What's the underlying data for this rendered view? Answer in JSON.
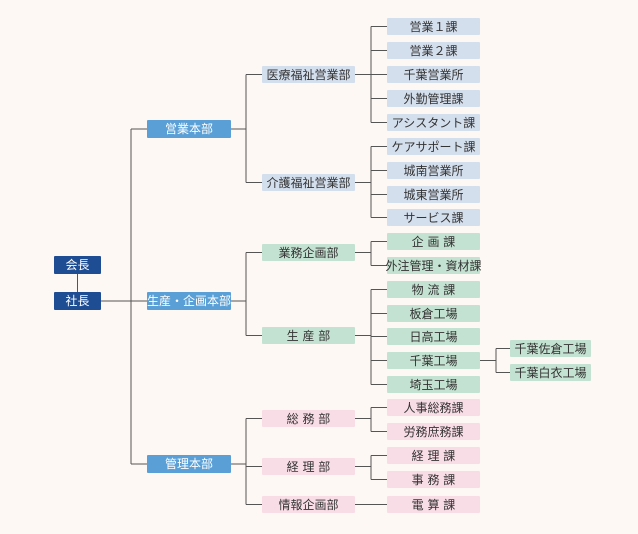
{
  "colors": {
    "background": "#fdf8f4",
    "line": "#555555",
    "executive": "#1f4d94",
    "headquarters": "#5a9fd6",
    "sales_division": "#d4dfee",
    "production_division": "#c4e2d1",
    "admin_division": "#f9dde6"
  },
  "executives": {
    "chairman": "会長",
    "president": "社長"
  },
  "headquarters": [
    {
      "label": "営業本部",
      "departments": [
        {
          "label": "医療福祉営業部",
          "sections": [
            {
              "label": "営業１課"
            },
            {
              "label": "営業２課"
            },
            {
              "label": "千葉営業所"
            },
            {
              "label": "外勤管理課"
            },
            {
              "label": "アシスタント課"
            }
          ]
        },
        {
          "label": "介護福祉営業部",
          "sections": [
            {
              "label": "ケアサポート課"
            },
            {
              "label": "城南営業所"
            },
            {
              "label": "城東営業所"
            },
            {
              "label": "サービス課"
            }
          ]
        }
      ]
    },
    {
      "label": "生産・企画本部",
      "departments": [
        {
          "label": "業務企画部",
          "sections": [
            {
              "label": "企 画 課"
            },
            {
              "label": "外注管理・資材課"
            }
          ]
        },
        {
          "label": "生 産 部",
          "sections": [
            {
              "label": "物 流 課"
            },
            {
              "label": "板倉工場"
            },
            {
              "label": "日高工場"
            },
            {
              "label": "千葉工場",
              "children": [
                {
                  "label": "千葉佐倉工場"
                },
                {
                  "label": "千葉白衣工場"
                }
              ]
            },
            {
              "label": "埼玉工場"
            }
          ]
        }
      ]
    },
    {
      "label": "管理本部",
      "departments": [
        {
          "label": "総 務 部",
          "sections": [
            {
              "label": "人事総務課"
            },
            {
              "label": "労務庶務課"
            }
          ]
        },
        {
          "label": "経 理 部",
          "sections": [
            {
              "label": "経 理 課"
            },
            {
              "label": "事 務 課"
            }
          ]
        },
        {
          "label": "情報企画部",
          "sections": [
            {
              "label": "電 算 課"
            }
          ]
        }
      ]
    }
  ]
}
